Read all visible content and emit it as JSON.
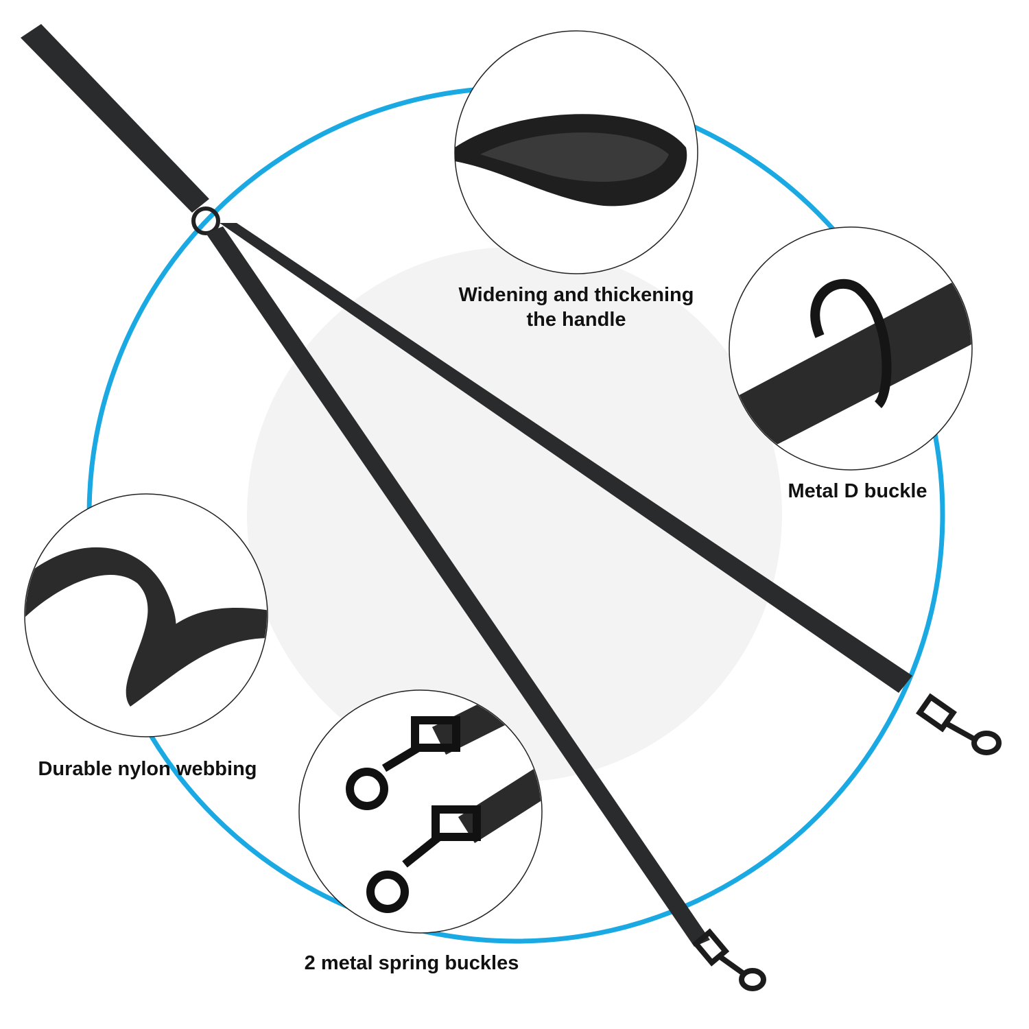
{
  "colors": {
    "ring": "#1aa9e2",
    "backdrop": "#f3f3f3",
    "strap": "#2a2b2d"
  },
  "features": [
    {
      "label_line1": "Widening and thickening",
      "label_line2": "the handle"
    },
    {
      "label_line1": "Metal D buckle"
    },
    {
      "label_line1": "Durable nylon webbing"
    },
    {
      "label_line1": "2 metal spring buckles"
    }
  ]
}
